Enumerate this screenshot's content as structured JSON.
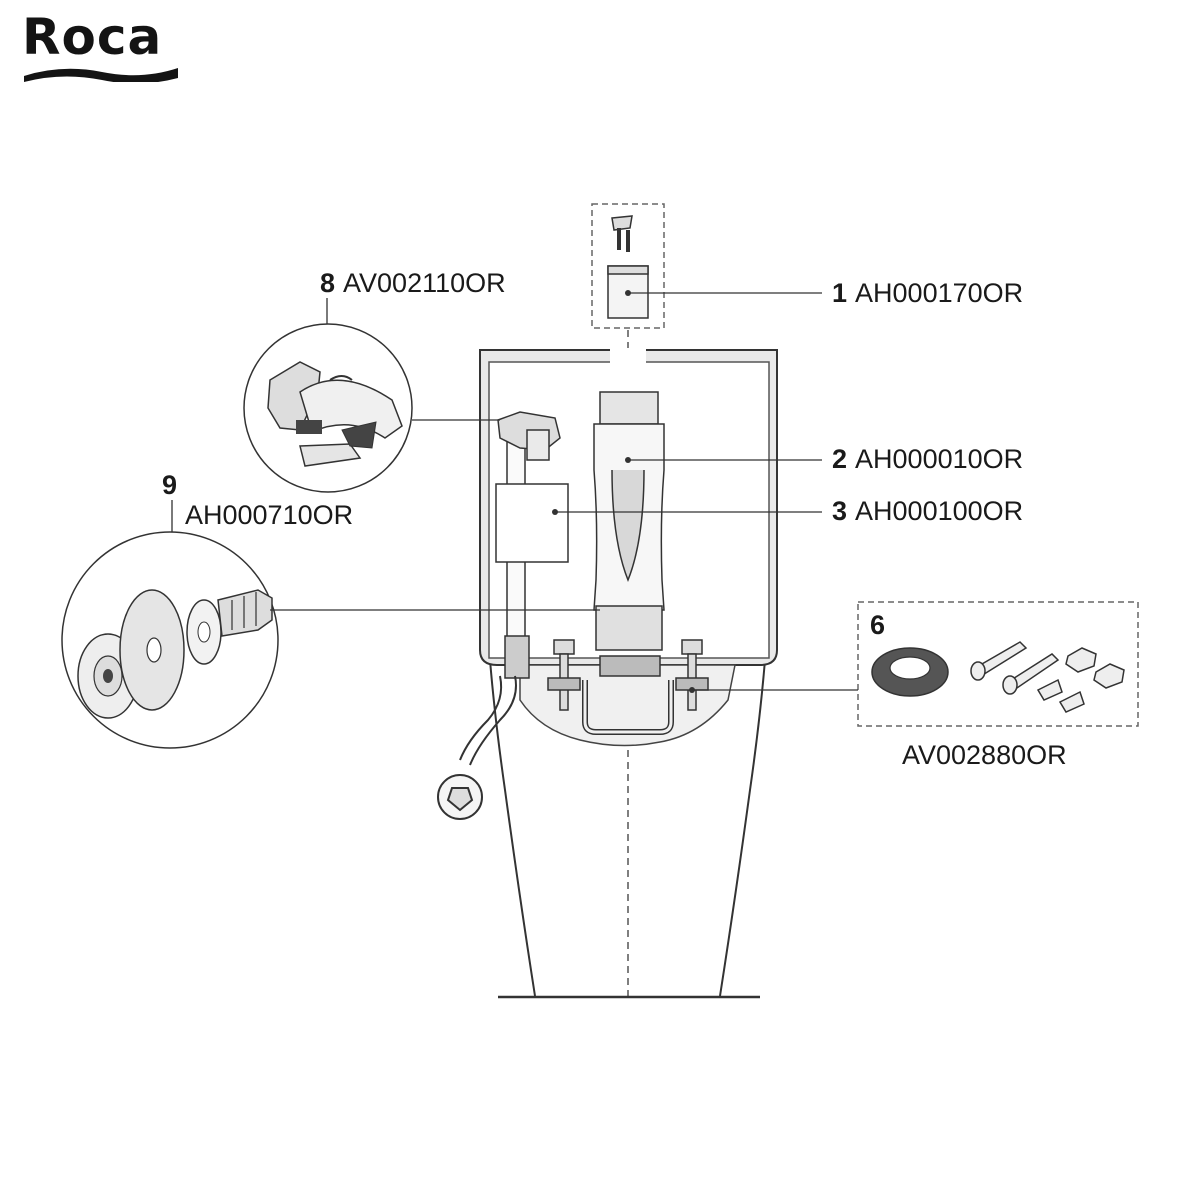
{
  "brand": {
    "logo_text": "Roca"
  },
  "parts": [
    {
      "number": "1",
      "code": "AH000170OR"
    },
    {
      "number": "2",
      "code": "AH000010OR"
    },
    {
      "number": "3",
      "code": "AH000100OR"
    },
    {
      "number": "6",
      "code": "AV002880OR"
    },
    {
      "number": "8",
      "code": "AV002110OR"
    },
    {
      "number": "9",
      "code": "AH000710OR"
    }
  ],
  "colors": {
    "line": "#3a3a3a",
    "tank_fill": "#f2f2f2",
    "tank_rim": "#cfcfcf",
    "dark_part": "#444444"
  }
}
